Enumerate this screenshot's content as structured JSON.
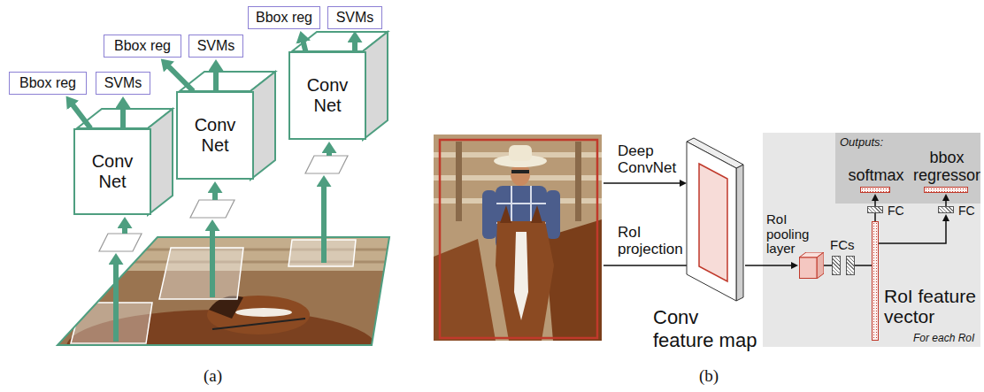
{
  "diagram": {
    "nodes": [
      {
        "text": [
          "Bbox reg"
        ]
      },
      {
        "text": [
          "SVMs"
        ]
      },
      {
        "text": [
          "Bbox reg"
        ]
      },
      {
        "text": [
          "SVMs"
        ]
      },
      {
        "text": [
          "Bbox reg"
        ]
      },
      {
        "text": [
          "SVMs"
        ]
      },
      {
        "text": [
          "Conv Net"
        ]
      },
      {
        "text": [
          "Conv Net"
        ]
      },
      {
        "text": [
          "Conv Net"
        ]
      },
      {
        "text": [
          "Conv feature map"
        ]
      },
      {
        "text": [
          "For each RoI"
        ]
      },
      {
        "text": [
          "Outputs:"
        ],
        "in": 10
      },
      {
        "text": [
          "softmax"
        ],
        "in": 11
      },
      {
        "text": [
          "bbox regressor"
        ],
        "in": 11
      },
      {
        "text": [
          "RoI pooling layer"
        ],
        "in": 10
      },
      {
        "text": [
          "FCs"
        ],
        "in": 10
      },
      {
        "text": [
          "FC"
        ],
        "in": 10
      },
      {
        "text": [
          "FC"
        ],
        "in": 10
      },
      {
        "text": [
          "RoI feature vector"
        ],
        "in": 10
      }
    ],
    "edges": [
      {
        "from": 6,
        "to": 0,
        "arrow": "to"
      },
      {
        "from": 6,
        "to": 1,
        "arrow": "to"
      },
      {
        "from": 7,
        "to": 2,
        "arrow": "to"
      },
      {
        "from": 7,
        "to": 3,
        "arrow": "to"
      },
      {
        "from": 8,
        "to": 4,
        "arrow": "to"
      },
      {
        "from": 8,
        "to": 5,
        "arrow": "to"
      },
      {
        "from": 9,
        "to": 14,
        "arrow": "to"
      },
      {
        "from": 14,
        "to": 15,
        "arrow": "none"
      },
      {
        "from": 15,
        "to": 18,
        "arrow": "none"
      },
      {
        "from": 18,
        "to": 16,
        "arrow": "none"
      },
      {
        "from": 16,
        "to": 12,
        "arrow": "to"
      },
      {
        "from": 18,
        "to": 17,
        "arrow": "to"
      },
      {
        "from": 17,
        "to": 13,
        "arrow": "to"
      }
    ],
    "labels": [
      "Deep ConvNet",
      "RoI projection",
      "(a)",
      "(b)"
    ]
  }
}
